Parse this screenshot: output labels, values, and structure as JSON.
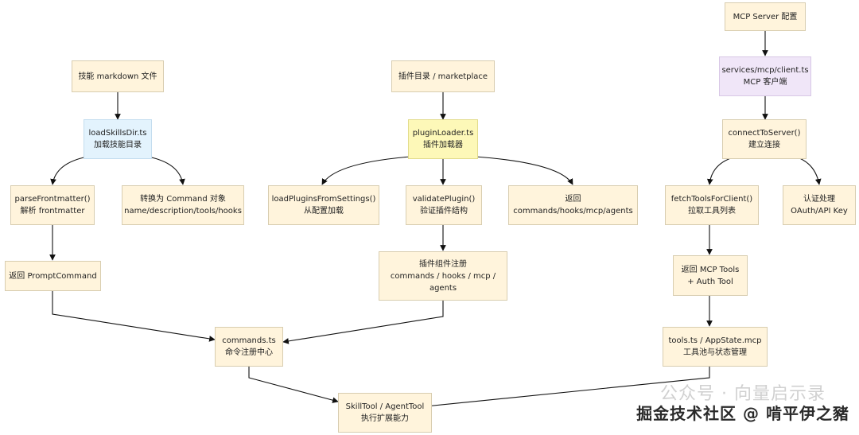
{
  "nodes": {
    "skill_md": {
      "l1": "技能 markdown 文件"
    },
    "load_skills": {
      "l1": "loadSkillsDir.ts",
      "l2": "加载技能目录"
    },
    "parse_fm": {
      "l1": "parseFrontmatter()",
      "l2": "解析 frontmatter"
    },
    "convert_cmd": {
      "l1": "转换为 Command 对象",
      "l2": "name/description/tools/hooks"
    },
    "return_prompt": {
      "l1": "返回 PromptCommand"
    },
    "plugin_dir": {
      "l1": "插件目录 / marketplace"
    },
    "plugin_loader": {
      "l1": "pluginLoader.ts",
      "l2": "插件加载器"
    },
    "load_plugins": {
      "l1": "loadPluginsFromSettings()",
      "l2": "从配置加载"
    },
    "validate_plugin": {
      "l1": "validatePlugin()",
      "l2": "验证插件结构"
    },
    "return_cmds": {
      "l1": "返回",
      "l2": "commands/hooks/mcp/agents"
    },
    "plugin_register": {
      "l1": "插件组件注册",
      "l2": "commands / hooks / mcp /",
      "l3": "agents"
    },
    "mcp_config": {
      "l1": "MCP Server 配置"
    },
    "mcp_client": {
      "l1": "services/mcp/client.ts",
      "l2": "MCP 客户端"
    },
    "connect": {
      "l1": "connectToServer()",
      "l2": "建立连接"
    },
    "fetch_tools": {
      "l1": "fetchToolsForClient()",
      "l2": "拉取工具列表"
    },
    "auth": {
      "l1": "认证处理",
      "l2": "OAuth/API Key"
    },
    "return_mcp": {
      "l1": "返回 MCP Tools",
      "l2": "+ Auth Tool"
    },
    "commands_ts": {
      "l1": "commands.ts",
      "l2": "命令注册中心"
    },
    "tools_ts": {
      "l1": "tools.ts / AppState.mcp",
      "l2": "工具池与状态管理"
    },
    "skill_tool": {
      "l1": "SkillTool / AgentTool",
      "l2": "执行扩展能力"
    }
  },
  "watermark": {
    "wechat": "公众号 · 向量启示录",
    "juejin": "掘金技术社区 @ 啃平伊之豬"
  }
}
